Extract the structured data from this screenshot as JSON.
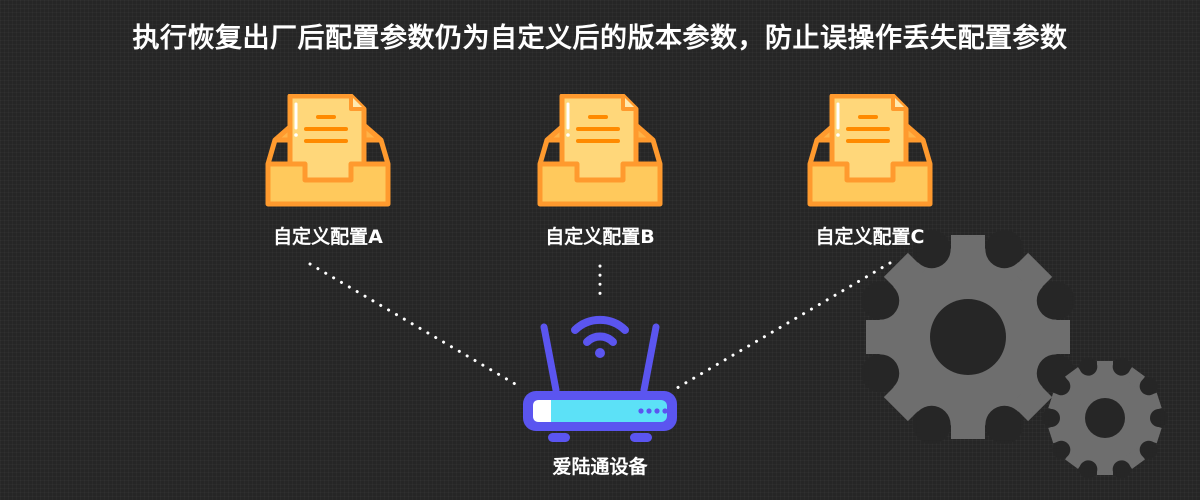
{
  "title": "执行恢复出厂后配置参数仍为自定义后的版本参数，防止误操作丢失配置参数",
  "configs": [
    {
      "label": "自定义配置A",
      "icon": "document-tray-icon"
    },
    {
      "label": "自定义配置B",
      "icon": "document-tray-icon"
    },
    {
      "label": "自定义配置C",
      "icon": "document-tray-icon"
    }
  ],
  "device": {
    "label": "爱陆通设备",
    "icon": "wifi-router-icon"
  },
  "decoration": {
    "icon": "gears-icon"
  },
  "colors": {
    "background": "#262626",
    "tray_fill": "#FFC95C",
    "tray_stroke": "#FF9A2E",
    "doc_fill": "#FFD77A",
    "doc_lines": "#FF8A00",
    "router_stroke": "#5B55F0",
    "router_screen": "#5CE1F7",
    "gear": "#6E6E6E",
    "text": "#FFFFFF"
  }
}
